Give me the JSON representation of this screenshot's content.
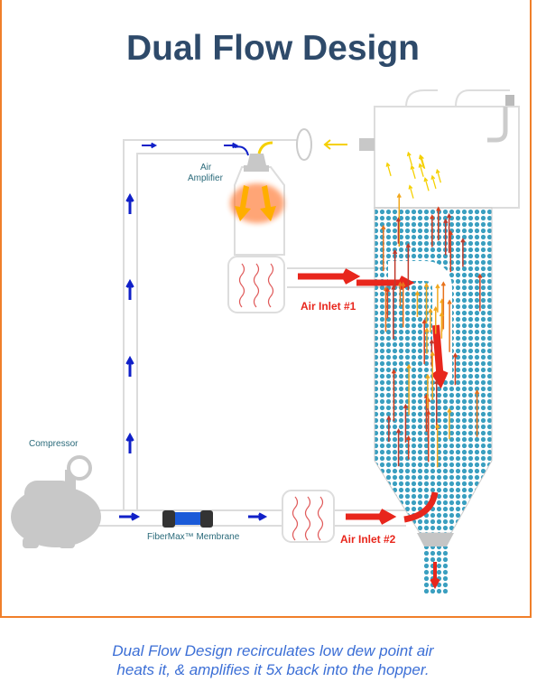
{
  "title": "Dual Flow Design",
  "labels": {
    "air_amplifier_line1": "Air",
    "air_amplifier_line2": "Amplifier",
    "compressor": "Compressor",
    "membrane": "FiberMax™ Membrane",
    "air_inlet_1": "Air Inlet #1",
    "air_inlet_2": "Air Inlet #2"
  },
  "caption": {
    "line1": "Dual Flow Design recirculates low dew point air",
    "line2": "heats it, & amplifies it 5x back into the hopper."
  },
  "colors": {
    "border": "#f07f2a",
    "title": "#2e4a6a",
    "caption": "#3c6fd6",
    "flow_blue": "#1020c8",
    "inlet_red": "#e8261c",
    "pellet": "#3a9fc0"
  }
}
